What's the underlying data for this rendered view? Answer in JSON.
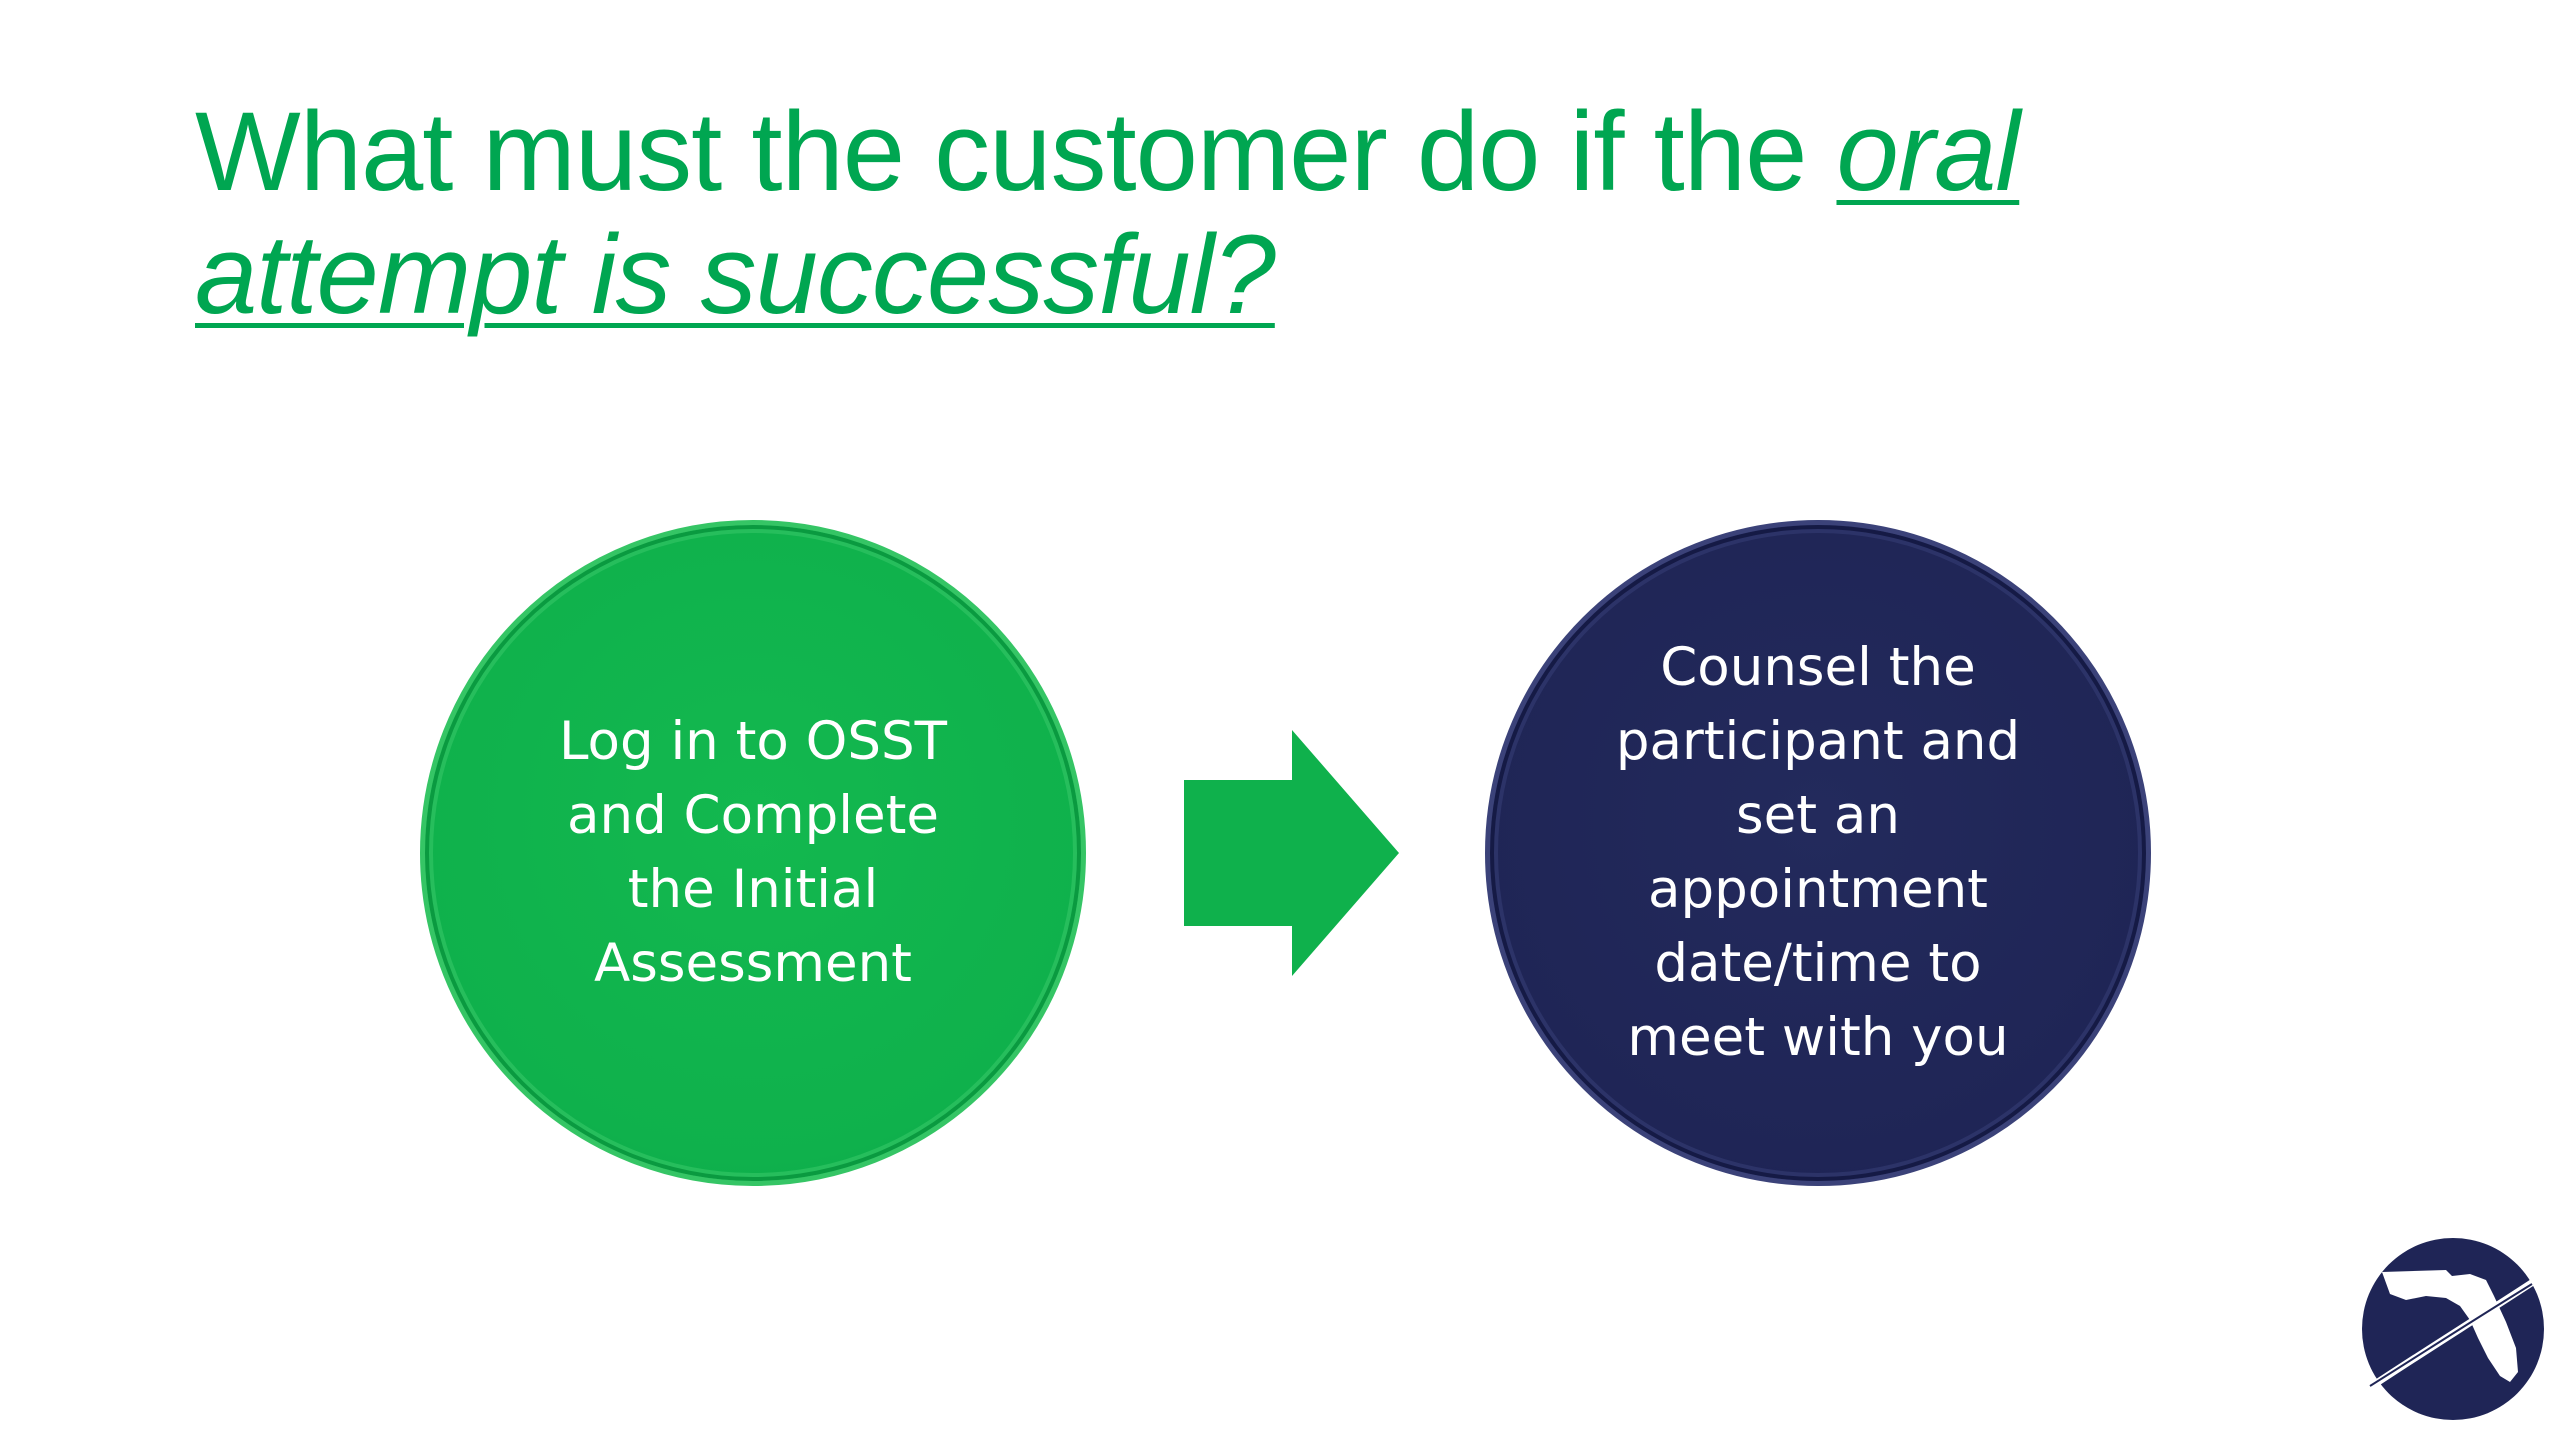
{
  "title": {
    "plain": "What must the customer do if the ",
    "emphasis": "oral attempt is successful?"
  },
  "steps": [
    {
      "text": "Log in to OSST\nand Complete\nthe Initial\nAssessment",
      "color": "#0fb14c"
    },
    {
      "text": "Counsel the\nparticipant and\nset an\nappointment\ndate/time to\nmeet with you",
      "color": "#1f2556"
    }
  ],
  "arrow": {
    "icon": "right-arrow-icon",
    "color": "#0fb14c"
  },
  "logo": {
    "icon": "florida-logo-icon",
    "color": "#1f2556"
  }
}
